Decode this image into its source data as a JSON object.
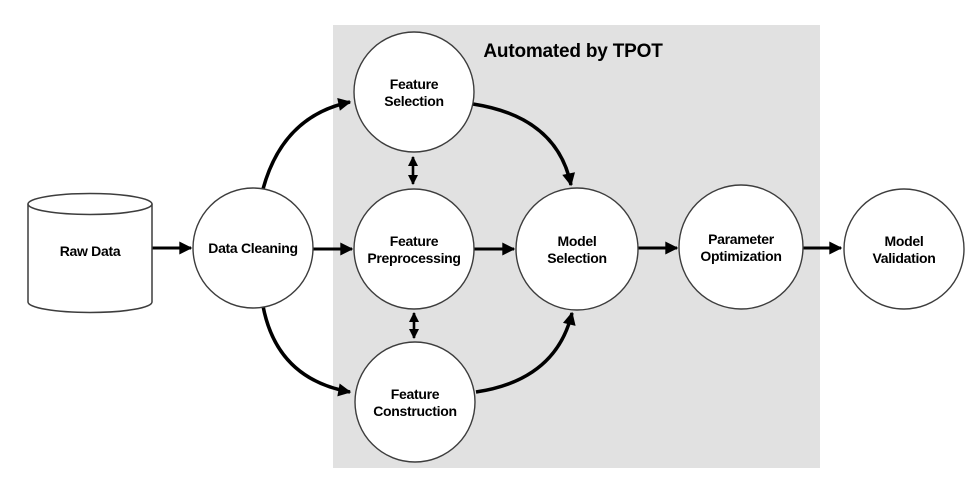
{
  "title": "Automated by TPOT",
  "colors": {
    "automated_region": "#e1e1e1",
    "node_fill": "#ffffff",
    "node_stroke": "#3d3d3d",
    "arrow": "#000000",
    "text": "#000000"
  },
  "nodes": {
    "raw_data": {
      "label": "Raw Data",
      "shape": "cylinder"
    },
    "data_cleaning": {
      "label": "Data Cleaning",
      "shape": "circle"
    },
    "feature_selection": {
      "label_line1": "Feature",
      "label_line2": "Selection",
      "shape": "circle"
    },
    "feature_preprocessing": {
      "label_line1": "Feature",
      "label_line2": "Preprocessing",
      "shape": "circle"
    },
    "feature_construction": {
      "label_line1": "Feature",
      "label_line2": "Construction",
      "shape": "circle"
    },
    "model_selection": {
      "label_line1": "Model",
      "label_line2": "Selection",
      "shape": "circle"
    },
    "parameter_optimization": {
      "label_line1": "Parameter",
      "label_line2": "Optimization",
      "shape": "circle"
    },
    "model_validation": {
      "label_line1": "Model",
      "label_line2": "Validation",
      "shape": "circle"
    }
  },
  "edges": [
    {
      "from": "Raw Data",
      "to": "Data Cleaning",
      "type": "arrow"
    },
    {
      "from": "Data Cleaning",
      "to": "Feature Selection",
      "type": "arrow"
    },
    {
      "from": "Data Cleaning",
      "to": "Feature Preprocessing",
      "type": "arrow"
    },
    {
      "from": "Data Cleaning",
      "to": "Feature Construction",
      "type": "arrow"
    },
    {
      "from": "Feature Selection",
      "to": "Feature Preprocessing",
      "type": "double-arrow"
    },
    {
      "from": "Feature Preprocessing",
      "to": "Feature Construction",
      "type": "double-arrow"
    },
    {
      "from": "Feature Selection",
      "to": "Model Selection",
      "type": "arrow"
    },
    {
      "from": "Feature Preprocessing",
      "to": "Model Selection",
      "type": "arrow"
    },
    {
      "from": "Feature Construction",
      "to": "Model Selection",
      "type": "arrow"
    },
    {
      "from": "Model Selection",
      "to": "Parameter Optimization",
      "type": "arrow"
    },
    {
      "from": "Parameter Optimization",
      "to": "Model Validation",
      "type": "arrow"
    }
  ]
}
